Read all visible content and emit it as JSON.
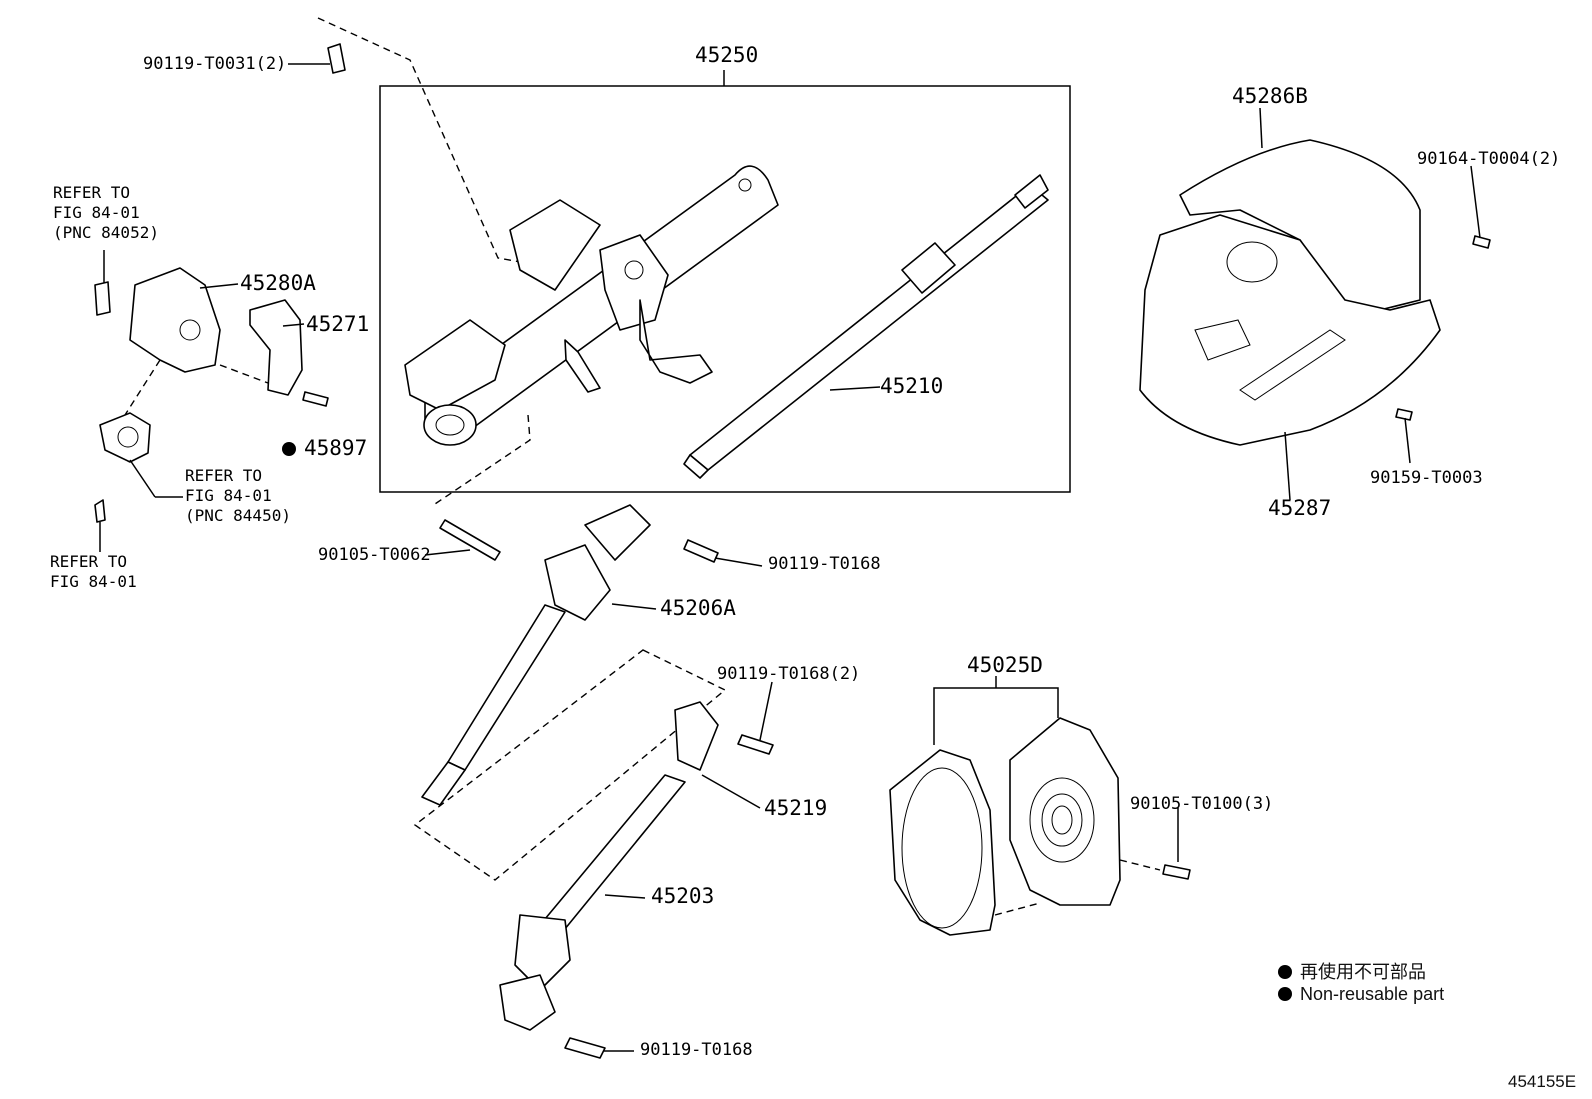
{
  "parts": {
    "p45250": "45250",
    "p90119_T0031": "90119-T0031(2)",
    "p45286B": "45286B",
    "p90164_T0004": "90164-T0004(2)",
    "p45280A": "45280A",
    "p45271": "45271",
    "p45897": "45897",
    "p45210": "45210",
    "p90159_T0003": "90159-T0003",
    "p45287": "45287",
    "p90105_T0062": "90105-T0062",
    "p90119_T0168_a": "90119-T0168",
    "p45206A": "45206A",
    "p90119_T0168_2": "90119-T0168(2)",
    "p45025D": "45025D",
    "p45219": "45219",
    "p90105_T0100": "90105-T0100(3)",
    "p45203": "45203",
    "p90119_T0168_b": "90119-T0168"
  },
  "refers": {
    "r1": "REFER TO\nFIG 84-01\n(PNC 84052)",
    "r2": "REFER TO\nFIG 84-01\n(PNC 84450)",
    "r3": "REFER TO\nFIG 84-01"
  },
  "legend": {
    "jp": "再使用不可部品",
    "en": "Non-reusable part"
  },
  "figure_id": "454155E",
  "colors": {
    "ink": "#000000",
    "background": "#ffffff"
  }
}
